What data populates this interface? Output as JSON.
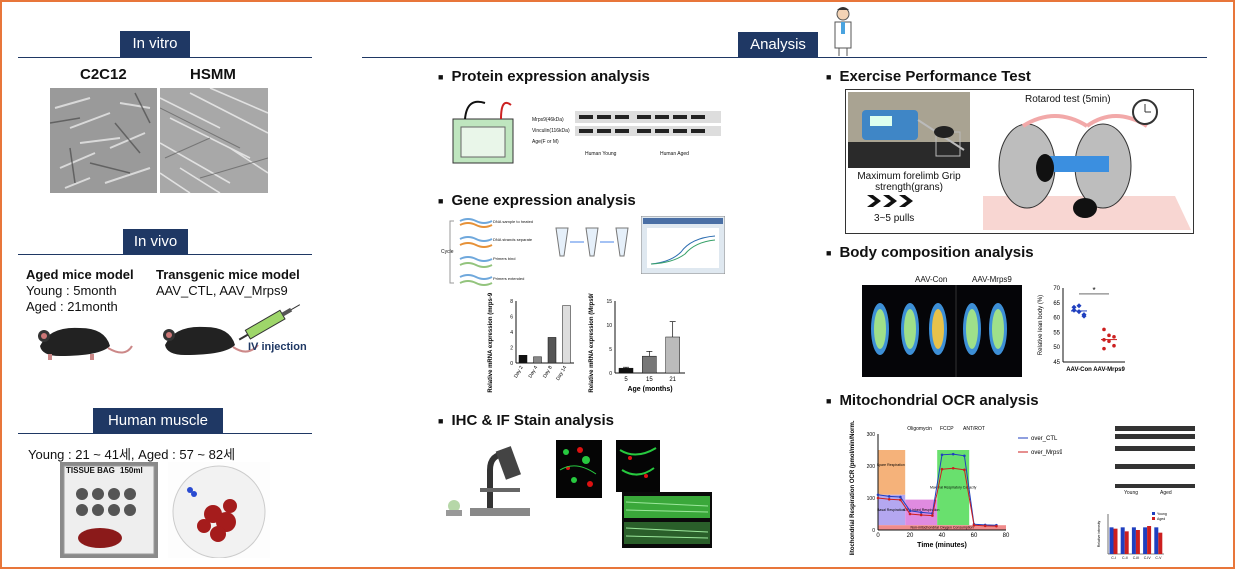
{
  "left": {
    "in_vitro": {
      "title": "In vitro",
      "cell_a": "C2C12",
      "cell_b": "HSMM"
    },
    "in_vivo": {
      "title": "In vivo",
      "aged_title": "Aged mice model",
      "young": "Young : 5month",
      "aged": "Aged : 21month",
      "tg_title": "Transgenic mice model",
      "tg_groups": "AAV_CTL, AAV_Mrps9",
      "injection": "IV injection"
    },
    "human": {
      "title": "Human muscle",
      "ages": "Young : 21 ~ 41세, Aged : 57 ~ 82세",
      "bag_brand": "TISSUE BAG",
      "bag_volume": "150ml"
    }
  },
  "analysis": {
    "title": "Analysis",
    "protein": {
      "heading": "Protein expression analysis",
      "row1": "Mrps9(46kDa)",
      "row2": "Vinculin(116kDa)",
      "row3": "Age(F or M)",
      "group1": "Human Young",
      "group2": "Human Aged"
    },
    "gene": {
      "heading": "Gene expression analysis",
      "steps": [
        "DNA sample to heated",
        "DNA strands separate",
        "Primers bind",
        "Primers extended"
      ],
      "cycle": "Cycle",
      "chart1": {
        "ylabel": "Relative mRNA expression (mrps-9/actb-1)"
      },
      "chart2": {
        "ylabel": "Relative mRNA expression (Mrps9/18s)",
        "xlabel": "Age (months)"
      }
    },
    "ihc": {
      "heading": "IHC & IF Stain analysis"
    },
    "exercise": {
      "heading": "Exercise Performance Test",
      "grip_label": "Maximum forelimb Grip strength(grans)",
      "pulls": "3~5 pulls",
      "rotarod": "Rotarod test (5min)"
    },
    "body": {
      "heading": "Body composition analysis",
      "con": "AAV-Con",
      "mrps9": "AAV-Mrps9",
      "ylabel": "Relative lean body (%)",
      "sig": "*"
    },
    "ocr": {
      "heading": "Mitochondrial OCR analysis",
      "ylabel": "Mitochondrial Respiration OCR (pmol/min/Norm. Unit)",
      "xlabel": "Time (minutes)",
      "legend1": "over_CTL",
      "legend2": "over_Mrps9",
      "injections": [
        "Oligomycin",
        "FCCP",
        "ANT/ROT"
      ],
      "regions": [
        "Spare Respiration",
        "Basal Respiration",
        "ATP Linked Respiration",
        "Maximal Respiratory Capacity",
        "Non-mitochondrial Oxygen Consumption"
      ],
      "wb_groups": [
        "Young",
        "Aged"
      ],
      "bar_legend": [
        "Young",
        "Aged"
      ],
      "bar_ylabel": "Relative intensity"
    }
  },
  "chart_data": [
    {
      "type": "bar",
      "categories": [
        "Day 2",
        "Day 4",
        "Day 8",
        "Day 14"
      ],
      "values": [
        1.0,
        0.8,
        3.3,
        7.4
      ],
      "ylabel": "Relative mRNA expression (mrps-9/actb-1)",
      "ylim": [
        0,
        8
      ],
      "yticks": [
        0,
        2,
        4,
        6,
        8
      ],
      "colors": [
        "#111111",
        "#888888",
        "#555555",
        "#dddddd"
      ]
    },
    {
      "type": "bar",
      "categories": [
        "5",
        "15",
        "21"
      ],
      "values": [
        1.0,
        3.5,
        7.5
      ],
      "errors": [
        0.2,
        1.0,
        3.2
      ],
      "xlabel": "Age (months)",
      "ylabel": "Relative mRNA expression (Mrps9/18s)",
      "ylim": [
        0,
        15
      ],
      "yticks": [
        0,
        5,
        10,
        15
      ],
      "colors": [
        "#111111",
        "#777777",
        "#bbbbbb"
      ]
    },
    {
      "type": "scatter",
      "categories": [
        "AAV-Con",
        "AAV-Mrps9"
      ],
      "series": [
        {
          "name": "AAV-Con",
          "values": [
            63.5,
            62.0,
            61.0,
            62.5,
            64.0,
            60.5
          ]
        },
        {
          "name": "AAV-Mrps9",
          "values": [
            56.0,
            54.0,
            53.5,
            52.5,
            52.0,
            50.5,
            49.5
          ]
        }
      ],
      "ylabel": "Relative lean body (%)",
      "ylim": [
        45,
        70
      ],
      "yticks": [
        45,
        50,
        55,
        60,
        65,
        70
      ],
      "colors": [
        "#1f3fbf",
        "#cc1f1f"
      ]
    },
    {
      "type": "line",
      "x": [
        0,
        7,
        14,
        20,
        27,
        34,
        40,
        47,
        54,
        60,
        67,
        74
      ],
      "series": [
        {
          "name": "over_CTL",
          "values": [
            110,
            105,
            103,
            60,
            55,
            52,
            235,
            237,
            232,
            18,
            16,
            15
          ]
        },
        {
          "name": "over_Mrps9",
          "values": [
            100,
            96,
            94,
            50,
            47,
            45,
            190,
            193,
            188,
            15,
            13,
            12
          ]
        }
      ],
      "xlabel": "Time (minutes)",
      "ylabel": "Mitochondrial Respiration OCR (pmol/min/Norm. Unit)",
      "xlim": [
        0,
        80
      ],
      "xticks": [
        0,
        20,
        40,
        60,
        80
      ],
      "ylim": [
        0,
        300
      ],
      "yticks": [
        0,
        100,
        200,
        300
      ],
      "colors": [
        "#1f3fbf",
        "#cc1f1f"
      ]
    },
    {
      "type": "bar",
      "categories": [
        "C-I",
        "C-II",
        "C-III",
        "C-IV",
        "C-V"
      ],
      "series": [
        {
          "name": "Young",
          "values": [
            1.0,
            1.0,
            1.0,
            1.0,
            1.0
          ]
        },
        {
          "name": "Aged",
          "values": [
            0.95,
            0.85,
            0.9,
            1.05,
            0.8
          ]
        }
      ],
      "ylabel": "Relative intensity",
      "ylim": [
        0,
        1.5
      ],
      "yticks": [
        0,
        0.5,
        1.0,
        1.5
      ],
      "colors": [
        "#1f3fbf",
        "#cc1f1f"
      ]
    }
  ]
}
